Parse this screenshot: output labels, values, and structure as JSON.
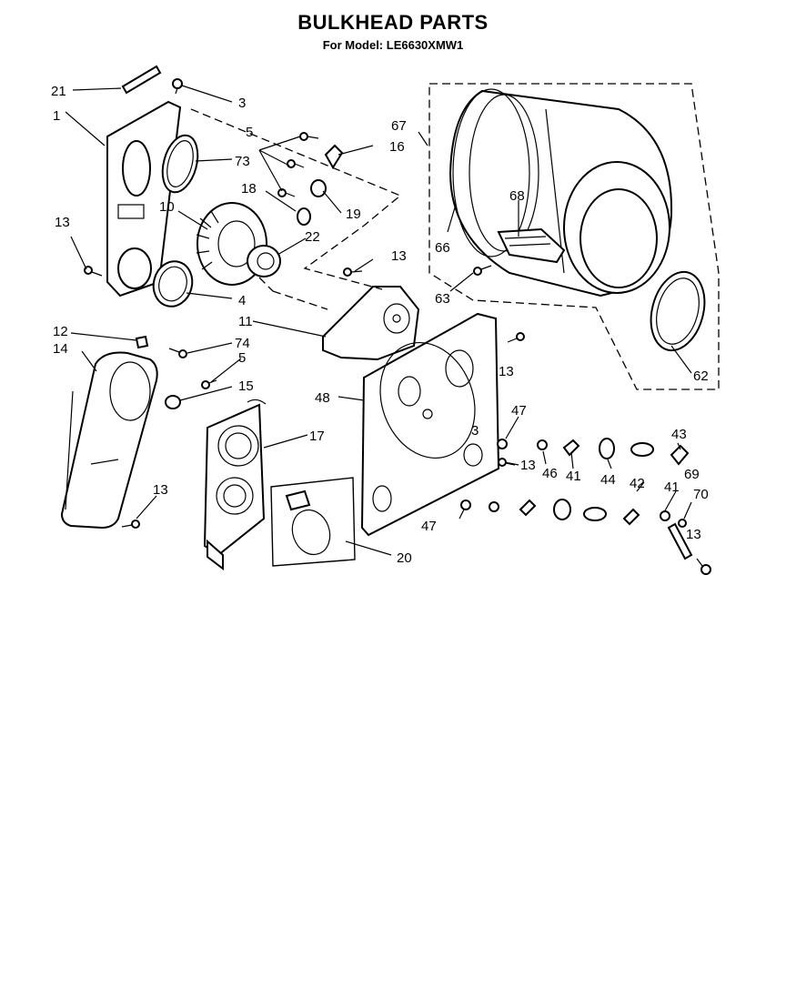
{
  "title": "BULKHEAD PARTS",
  "subtitle": "For Model: LE6630XMW1",
  "labels": {
    "l1": "1",
    "l3": "3",
    "l4": "4",
    "l5a": "5",
    "l5b": "5",
    "l10": "10",
    "l11": "11",
    "l12": "12",
    "l13a": "13",
    "l13b": "13",
    "l13c": "13",
    "l13d": "13",
    "l13e": "13",
    "l13f": "13",
    "l14": "14",
    "l15": "15",
    "l16": "16",
    "l17": "17",
    "l18": "18",
    "l19": "19",
    "l20": "20",
    "l21": "21",
    "l22": "22",
    "l3b": "3",
    "l41a": "41",
    "l41b": "41",
    "l42": "42",
    "l43": "43",
    "l44": "44",
    "l46": "46",
    "l47a": "47",
    "l47b": "47",
    "l48": "48",
    "l62": "62",
    "l63": "63",
    "l66": "66",
    "l67": "67",
    "l68": "68",
    "l69": "69",
    "l70": "70",
    "l73": "73",
    "l74": "74"
  }
}
